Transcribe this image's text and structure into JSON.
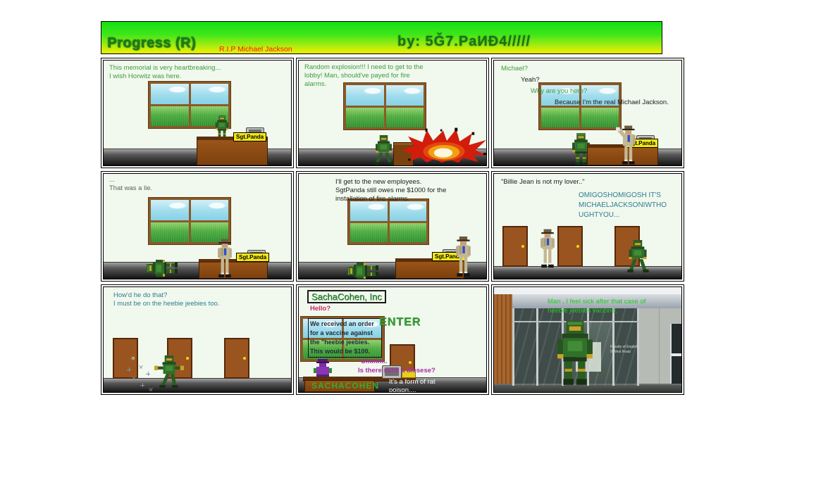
{
  "banner": {
    "title": "Progress (R)",
    "dedication": "R.I.P Michael Jackson",
    "byline": "by: 5Ǧ7.PaИĐ4/////"
  },
  "labels": {
    "nameplate": "Sgt.Panda",
    "company_sign": "SachaCohen, Inc",
    "enter_sign": "ENTER",
    "desk_sign": "SACHACOHEN",
    "building_sign": [
      "Faculty of English",
      "9 West Road"
    ]
  },
  "colors": {
    "banner_green": "#14df14",
    "banner_yellow": "#e9ef02",
    "speech_green": "#3d9b42",
    "speech_teal": "#2e7d92",
    "speech_magenta": "#c22a6a",
    "speech_purple": "#ab2cab",
    "bright_green": "#21ce21",
    "nameplate_yellow": "#f2e714"
  },
  "panels": {
    "p1": {
      "line1": "This memorial is very heartbreaking...",
      "line2": "I wish Horwitz was here."
    },
    "p2": {
      "line1": "Random explosion!!! I need to get to the",
      "line2": "lobby! Man, should've payed for fire",
      "line3": "alarms."
    },
    "p3": {
      "line1": "Michael?",
      "line2": "Yeah?",
      "line3": "Why are you here?",
      "line4": "Because I'm the real Michael Jackson."
    },
    "p4": {
      "line1": "...",
      "line2": "That was a lie."
    },
    "p5": {
      "line1": "I'll get to the new employees.",
      "line2": "SgtPanda still owes me $1000 for the",
      "line3": "installation of fire alarms."
    },
    "p6": {
      "line1": "\"Billie Jean is not my lover..\"",
      "shout1": "OMIGOSHOMIGOSH IT'S",
      "shout2": "MICHAELJACKSONIWTHO",
      "shout3": "UGHTYOU..."
    },
    "p7": {
      "line1": "How'd he do that?",
      "line2": "I must be on the heebie jeebies too."
    },
    "p8": {
      "hello": "Hello?",
      "order1": "We received an order",
      "order2": "for a vaccine against",
      "order3": "the \"heebie jeebies.",
      "order4": "This would be $100.",
      "ummm": "Ummm..",
      "disease": "Is there such a diesese?",
      "poison1": "It's a form of rat",
      "poison2": "poison...."
    },
    "p9": {
      "line1": "Man , I feel sick after that case of",
      "line2": "heebie jeebies vaccine."
    }
  }
}
